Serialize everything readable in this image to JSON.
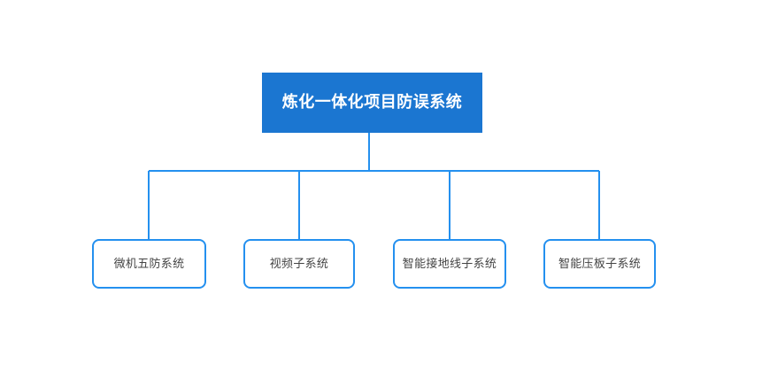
{
  "diagram": {
    "type": "org-chart",
    "orientation": "top-down",
    "background_color": "#ffffff",
    "root": {
      "label": "炼化一体化项目防误系统",
      "fill_color": "#1b76d1",
      "text_color": "#ffffff"
    },
    "children": [
      {
        "label": "微机五防系统",
        "border_color": "#2490ef",
        "fill_color": "#ffffff",
        "text_color": "#444444"
      },
      {
        "label": "视频子系统",
        "border_color": "#2490ef",
        "fill_color": "#ffffff",
        "text_color": "#444444"
      },
      {
        "label": "智能接地线子系统",
        "border_color": "#2490ef",
        "fill_color": "#ffffff",
        "text_color": "#444444"
      },
      {
        "label": "智能压板子系统",
        "border_color": "#2490ef",
        "fill_color": "#ffffff",
        "text_color": "#444444"
      }
    ],
    "connector": {
      "color": "#2490ef",
      "width": 2,
      "style": "orthogonal"
    }
  }
}
